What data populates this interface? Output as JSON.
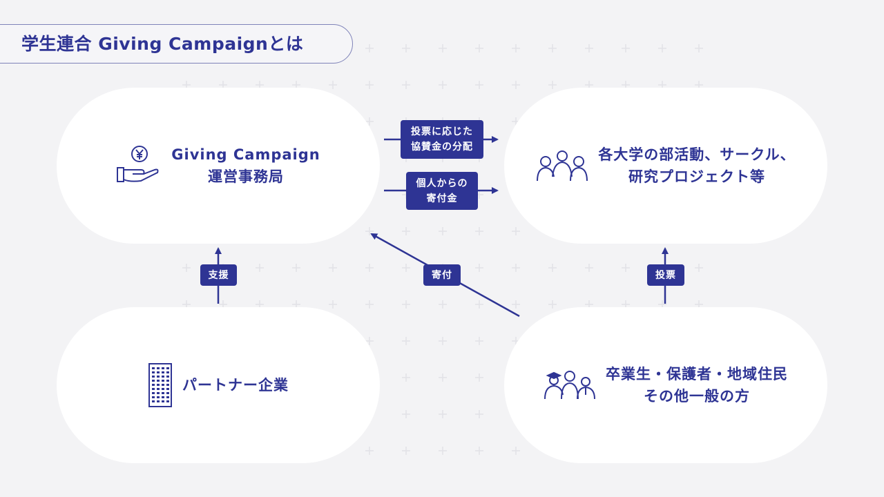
{
  "title": "学生連合 Giving Campaignとは",
  "nodes": {
    "office": {
      "line1": "Giving Campaign",
      "line2": "運営事務局",
      "icon": "hand-yen-icon"
    },
    "clubs": {
      "line1": "各大学の部活動、サークル、",
      "line2": "研究プロジェクト等",
      "icon": "group-people-icon"
    },
    "partners": {
      "line1": "パートナー企業",
      "icon": "building-icon"
    },
    "public": {
      "line1": "卒業生・保護者・地域住民",
      "line2": "その他一般の方",
      "icon": "people-graduate-icon"
    }
  },
  "edges": {
    "distribution": {
      "line1": "投票に応じた",
      "line2": "協賛金の分配"
    },
    "donation_money": {
      "line1": "個人からの",
      "line2": "寄付金"
    },
    "support": "支援",
    "donate": "寄付",
    "vote": "投票"
  },
  "colors": {
    "accent": "#2e3494",
    "background": "#f3f3f5"
  }
}
